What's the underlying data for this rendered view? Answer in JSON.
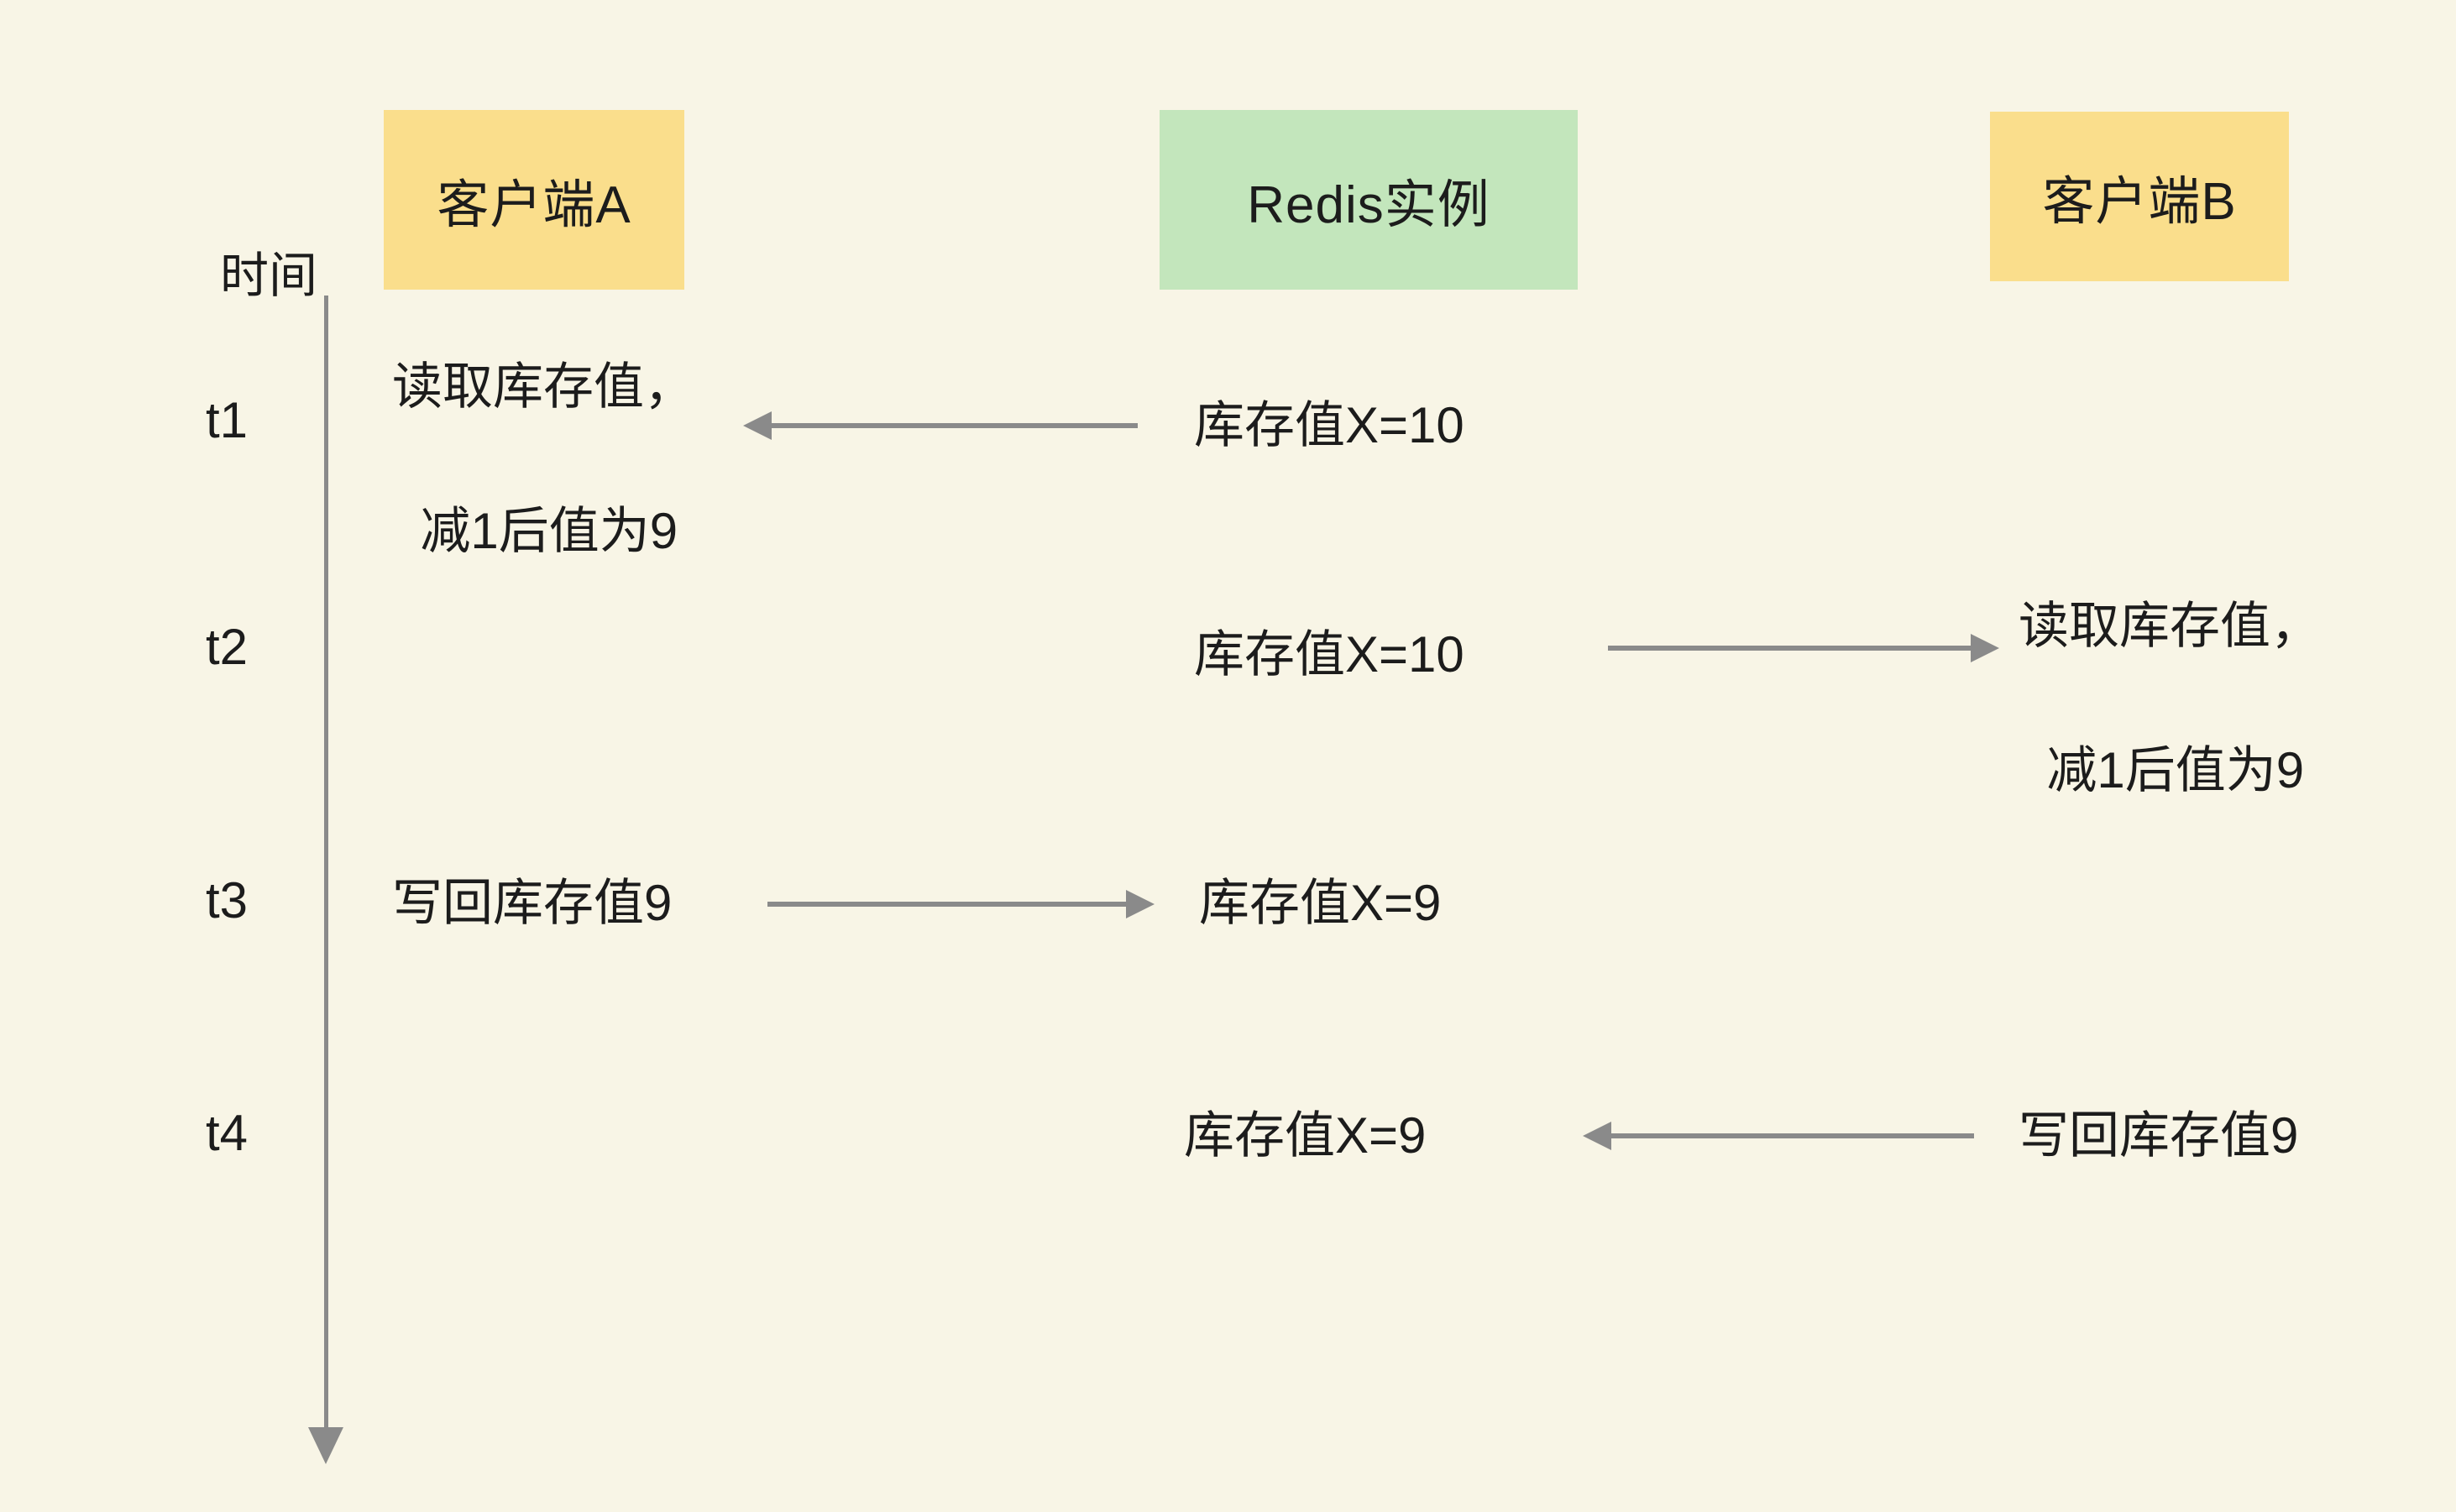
{
  "page": {
    "background_color": "#F8F5E6",
    "text_color": "#1C1C1C",
    "arrow_color": "#8A8A8A"
  },
  "actors": {
    "client_a": {
      "label": "客户端A",
      "color": "#FADE8C"
    },
    "redis": {
      "label": "Redis实例",
      "color": "#C3E6BC"
    },
    "client_b": {
      "label": "客户端B",
      "color": "#FADE8C"
    }
  },
  "time_axis": {
    "label": "时间",
    "ticks": [
      "t1",
      "t2",
      "t3",
      "t4"
    ]
  },
  "rows": {
    "t1": {
      "client_a_line1": "读取库存值，",
      "client_a_line2": "减1后值为9",
      "redis_value": "库存值X=10",
      "arrow": "redis-to-client-a"
    },
    "t2": {
      "redis_value": "库存值X=10",
      "client_b_line1": "读取库存值，",
      "client_b_line2": "减1后值为9",
      "arrow": "redis-to-client-b"
    },
    "t3": {
      "client_a_note": "写回库存值9",
      "redis_value": "库存值X=9",
      "arrow": "client-a-to-redis"
    },
    "t4": {
      "redis_value": "库存值X=9",
      "client_b_note": "写回库存值9",
      "arrow": "client-b-to-redis"
    }
  }
}
